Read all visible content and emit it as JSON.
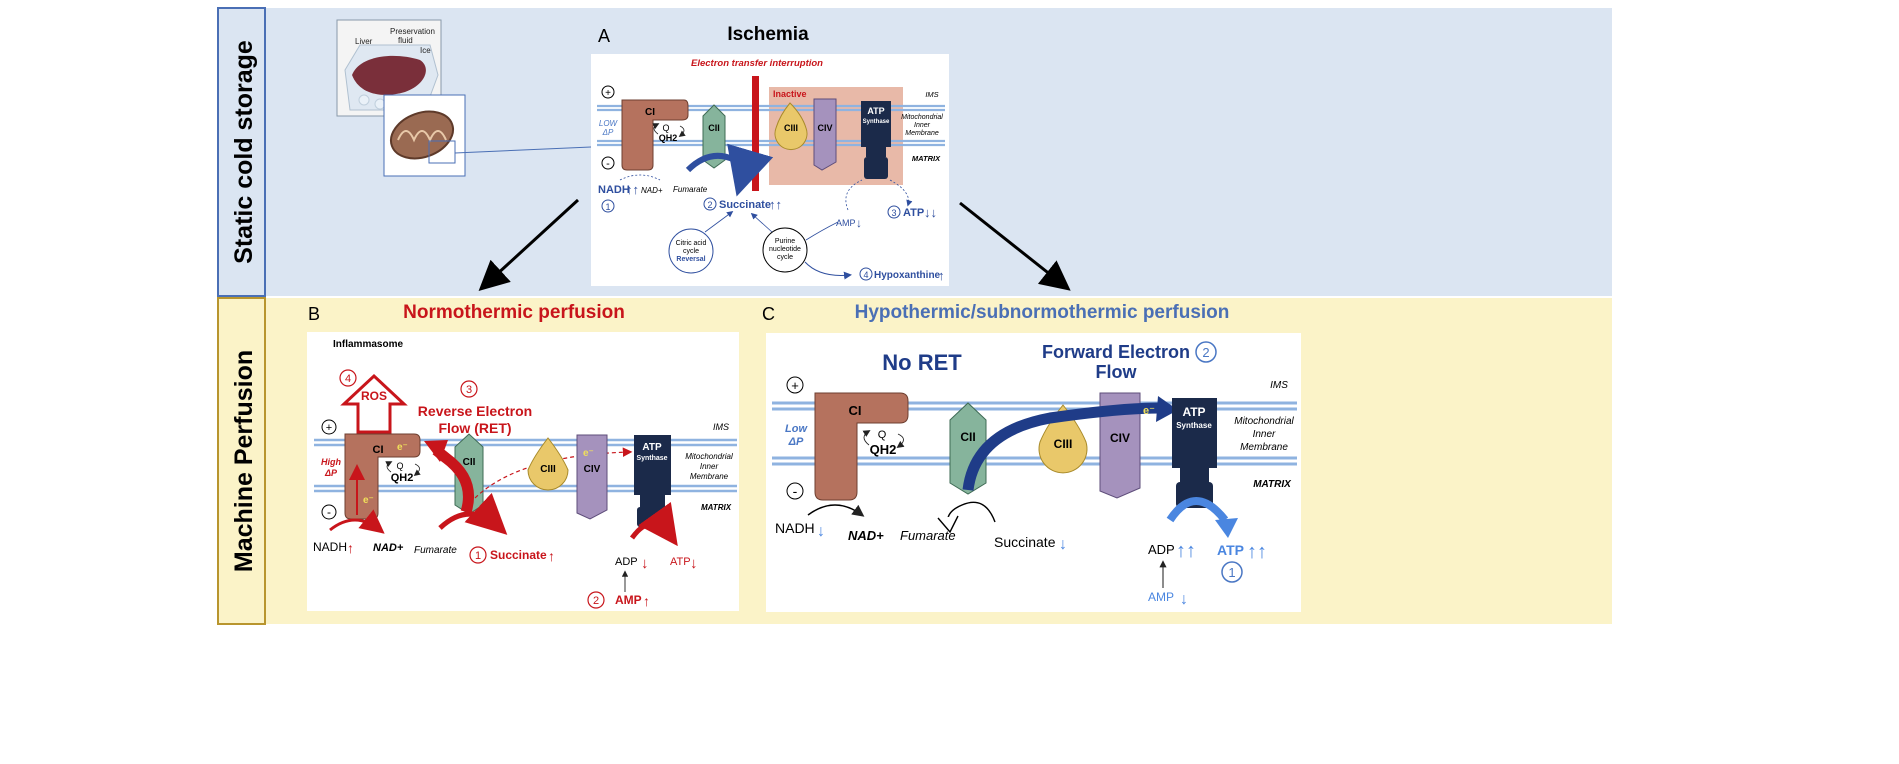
{
  "colors": {
    "top_band": "#dbe5f2",
    "bottom_band": "#fbf3c8",
    "label_box_top_border": "#4a6fb5",
    "label_box_bottom_border": "#b8952e",
    "complex_I": "#b5725e",
    "complex_II": "#86b49c",
    "complex_III": "#e9c86a",
    "complex_IV": "#a592bd",
    "atp_synthase": "#1b2a4a",
    "membrane": "#8fb3e0",
    "red_text": "#c8151b",
    "blue_text": "#2f4f9f",
    "light_blue": "#5b8fe0",
    "inactive_box": "#e8b9a8"
  },
  "icons": [
    "liver-in-cold-storage-illustration",
    "mitochondrion-illustration"
  ],
  "rows": {
    "top_label": "Static cold storage",
    "bottom_label": "Machine Perfusion"
  },
  "liver_icon": {
    "liver": "Liver",
    "fluid_line1": "Preservation",
    "fluid_line2": "fluid",
    "ice": "Ice"
  },
  "panel_a": {
    "letter": "A",
    "title": "Ischemia",
    "interruption": "Electron transfer interruption",
    "plus": "+",
    "minus": "-",
    "low": "LOW",
    "dp": "ΔP",
    "ci": "CI",
    "q": "Q",
    "qh2": "QH2",
    "cii": "CII",
    "ciii": "CIII",
    "civ": "CIV",
    "atp1": "ATP",
    "atp2": "Synthase",
    "inactive": "Inactive",
    "ims": "IMS",
    "mim1": "Mitochondrial",
    "mim2": "Inner",
    "mim3": "Membrane",
    "matrix": "MATRIX",
    "nadh": "NADH",
    "nadh_arrows": "↑↑",
    "nadplus": "NAD+",
    "num1": "1",
    "fumarate": "Fumarate",
    "num2": "2",
    "succinate": "Succinate",
    "succinate_arrows": "↑↑",
    "amp": "AMP",
    "amp_arrow": "↓",
    "num3": "3",
    "atp": "ATP",
    "atp_arrows": "↓↓",
    "cac1": "Citric acid",
    "cac2": "cycle",
    "cac3": "Reversal",
    "pnc1": "Purine",
    "pnc2": "nucleotide",
    "pnc3": "cycle",
    "num4": "4",
    "hypoxanthine": "Hypoxanthine",
    "hypoxanthine_arrow": "↑"
  },
  "panel_b": {
    "letter": "B",
    "title": "Normothermic perfusion",
    "inflammasome": "Inflammasome",
    "num4": "4",
    "ros": "ROS",
    "num3": "3",
    "ret1": "Reverse Electron",
    "ret2": "Flow (RET)",
    "plus": "+",
    "minus": "-",
    "high": "High",
    "dp": "ΔP",
    "ci": "CI",
    "e": "e⁻",
    "q": "Q",
    "qh2": "QH2",
    "cii": "CII",
    "ciii": "CIII",
    "civ": "CIV",
    "atp1": "ATP",
    "atp2": "Synthase",
    "ims": "IMS",
    "mim1": "Mitochondrial",
    "mim2": "Inner",
    "mim3": "Membrane",
    "matrix": "MATRIX",
    "nadh": "NADH",
    "nadh_arrow": "↑",
    "nadplus": "NAD+",
    "fumarate": "Fumarate",
    "num1": "1",
    "succinate": "Succinate",
    "succinate_arrow": "↑",
    "adp": "ADP",
    "adp_arrow": "↓",
    "atp": "ATP",
    "atp_arrow": "↓",
    "num2": "2",
    "amp": "AMP",
    "amp_arrow": "↑"
  },
  "panel_c": {
    "letter": "C",
    "title": "Hypothermic/subnormothermic perfusion",
    "no_ret": "No RET",
    "fef1": "Forward Electron",
    "fef2": "Flow",
    "num2": "2",
    "plus": "+",
    "minus": "-",
    "low": "Low",
    "dp": "ΔP",
    "ci": "CI",
    "q": "Q",
    "qh2": "QH2",
    "cii": "CII",
    "ciii": "CIII",
    "civ": "CIV",
    "e": "e⁻",
    "atp1": "ATP",
    "atp2": "Synthase",
    "ims": "IMS",
    "mim1": "Mitochondrial",
    "mim2": "Inner",
    "mim3": "Membrane",
    "matrix": "MATRIX",
    "nadh": "NADH",
    "nadh_arrow": "↓",
    "nadplus": "NAD+",
    "fumarate": "Fumarate",
    "succinate": "Succinate",
    "succinate_arrow": "↓",
    "adp": "ADP",
    "adp_arrows": "↑↑",
    "atp": "ATP",
    "atp_arrows": "↑↑",
    "num1": "1",
    "amp": "AMP",
    "amp_arrow": "↓"
  }
}
